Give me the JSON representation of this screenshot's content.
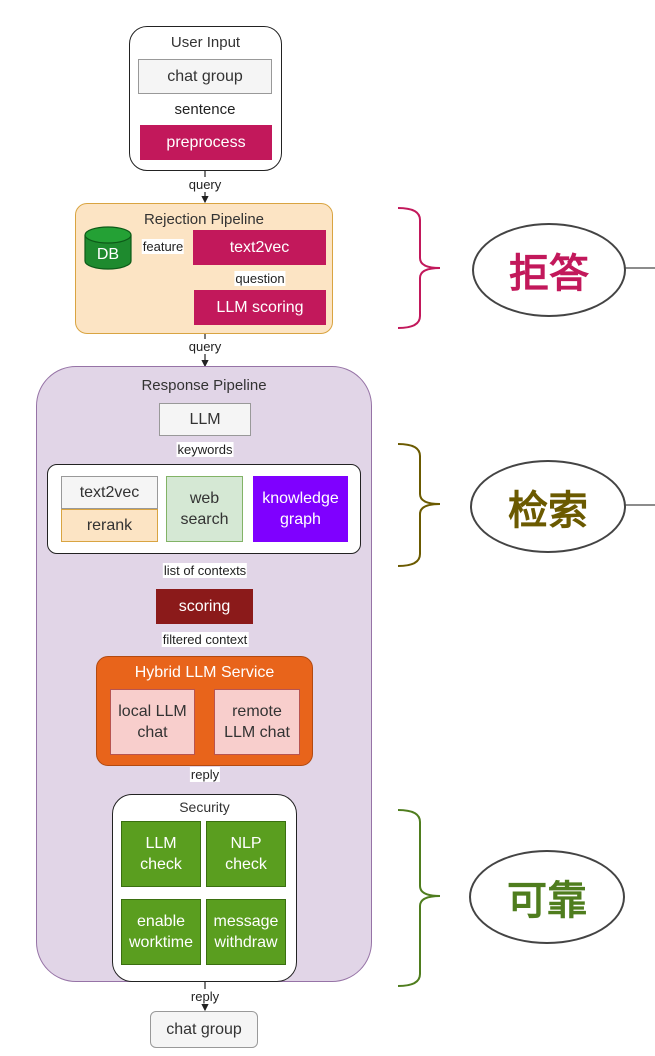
{
  "user_input": {
    "title": "User Input",
    "chat_group": "chat group",
    "edge_sentence": "sentence",
    "preprocess": "preprocess"
  },
  "edge_query_1": "query",
  "rejection": {
    "title": "Rejection Pipeline",
    "db": "DB",
    "edge_feature": "feature",
    "text2vec": "text2vec",
    "edge_question": "question",
    "llm_scoring": "LLM scoring"
  },
  "edge_query_2": "query",
  "response": {
    "title": "Response Pipeline",
    "llm": "LLM",
    "edge_keywords": "keywords",
    "retrieval": {
      "text2vec": "text2vec",
      "rerank": "rerank",
      "web_search": "web search",
      "knowledge_graph": "knowledge graph"
    },
    "edge_contexts": "list of contexts",
    "scoring": "scoring",
    "edge_filtered": "filtered context",
    "hybrid": {
      "title": "Hybrid LLM Service",
      "local": "local LLM chat",
      "remote": "remote LLM chat"
    },
    "edge_reply": "reply",
    "security": {
      "title": "Security",
      "llm_check": "LLM check",
      "nlp_check": "NLP check",
      "enable_worktime": "enable worktime",
      "message_withdraw": "message withdraw"
    }
  },
  "edge_reply_out": "reply",
  "output_chat_group": "chat group",
  "annotations": {
    "reject": "拒答",
    "retrieve": "检索",
    "reliable": "可靠"
  },
  "colors": {
    "magenta": "#c2185b",
    "retrieve_brace": "#6b5a00",
    "reliable_brace": "#4f7d1e",
    "knowledge_graph": "#7f00ff",
    "scoring": "#8b1a1a",
    "hybrid": "#e8641b",
    "security_green": "#5a9e1f",
    "pipeline_purple": "#e1d5e7",
    "rejection_bg": "#fce4c4"
  }
}
